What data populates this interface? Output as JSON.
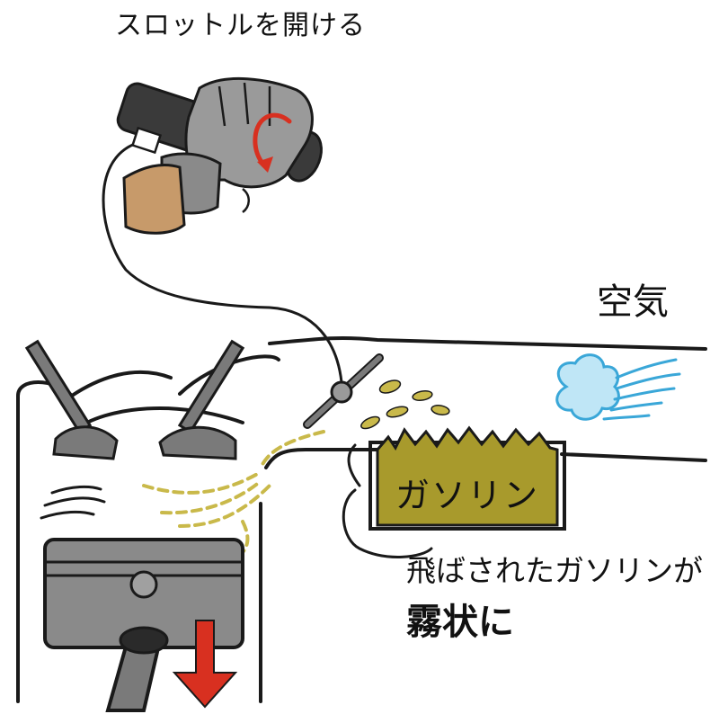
{
  "labels": {
    "throttle": "スロットルを開ける",
    "air": "空気",
    "gasoline": "ガソリン",
    "note_line1": "飛ばされたガソリンが",
    "note_line2": "霧状に"
  },
  "colors": {
    "outline": "#1a1a1a",
    "gasoline_fill": "#a89a2c",
    "gasoline_dash": "#c9b94a",
    "air_blue": "#3aa7d8",
    "arrow_red": "#d83020",
    "glove_gray": "#8a8a8a",
    "grip_dark": "#3a3a3a",
    "skin": "#c79a6a"
  },
  "icons": [
    "throttle-hand-icon",
    "rotate-arrow-icon",
    "air-flow-icon",
    "down-arrow-icon"
  ]
}
